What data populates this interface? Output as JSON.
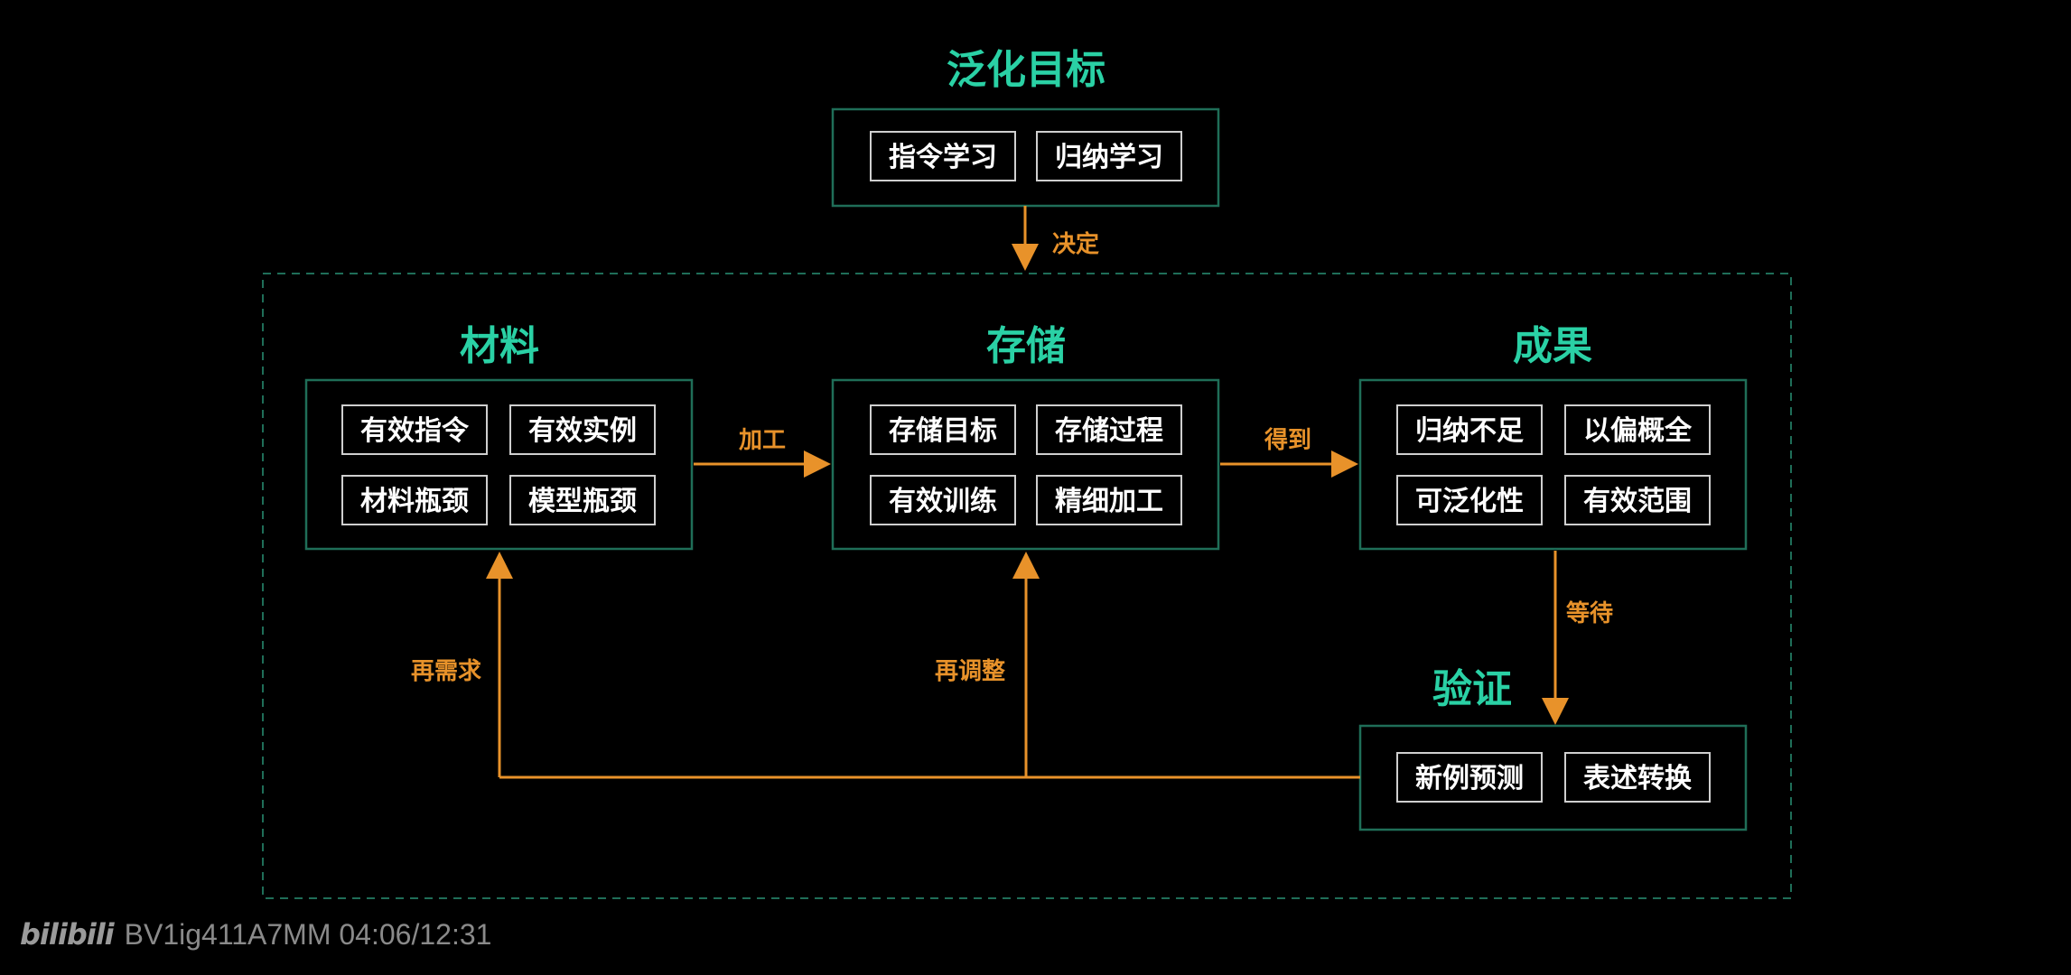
{
  "colors": {
    "background": "#000000",
    "heading": "#2ad1a5",
    "box_border": "#1f6e58",
    "chip_border": "#cfcfcf",
    "chip_text": "#ffffff",
    "arrow": "#e8922a",
    "edge_label": "#e8922a",
    "dashed_frame": "#1f6e58"
  },
  "goal": {
    "title": "泛化目标",
    "chips": [
      "指令学习",
      "归纳学习"
    ]
  },
  "material": {
    "title": "材料",
    "chips": [
      "有效指令",
      "有效实例",
      "材料瓶颈",
      "模型瓶颈"
    ]
  },
  "storage": {
    "title": "存储",
    "chips": [
      "存储目标",
      "存储过程",
      "有效训练",
      "精细加工"
    ]
  },
  "result": {
    "title": "成果",
    "chips": [
      "归纳不足",
      "以偏概全",
      "可泛化性",
      "有效范围"
    ]
  },
  "verify": {
    "title": "验证",
    "chips": [
      "新例预测",
      "表述转换"
    ]
  },
  "edges": {
    "decide": "决定",
    "process": "加工",
    "obtain": "得到",
    "wait": "等待",
    "re_demand": "再需求",
    "re_adjust": "再调整"
  },
  "watermark": {
    "logo": "bilibili",
    "info": "BV1ig411A7MM 04:06/12:31"
  }
}
